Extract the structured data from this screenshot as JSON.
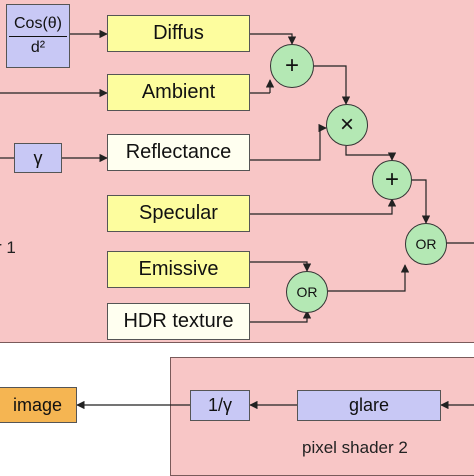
{
  "panels": {
    "pixel_shader_1_label": "r 1",
    "pixel_shader_2_label": "pixel shader 2"
  },
  "nodes": {
    "cos_numerator": "Cos(θ)",
    "cos_denominator": "d²",
    "gamma": "γ",
    "diffus": "Diffus",
    "ambient": "Ambient",
    "reflectance": "Reflectance",
    "specular": "Specular",
    "emissive": "Emissive",
    "hdr_texture": "HDR texture",
    "add_1": "+",
    "multiply": "×",
    "add_2": "+",
    "or_1": "OR",
    "or_2": "OR",
    "glare": "glare",
    "inverse_gamma": "1/γ",
    "image": "image"
  },
  "colors": {
    "panel": "#f8c6c6",
    "value_box": "#fdfd9e",
    "texture_box": "#fffff0",
    "function_box": "#c8c8f5",
    "operator_circle": "#b4e8b4",
    "output_box": "#f5b552"
  }
}
